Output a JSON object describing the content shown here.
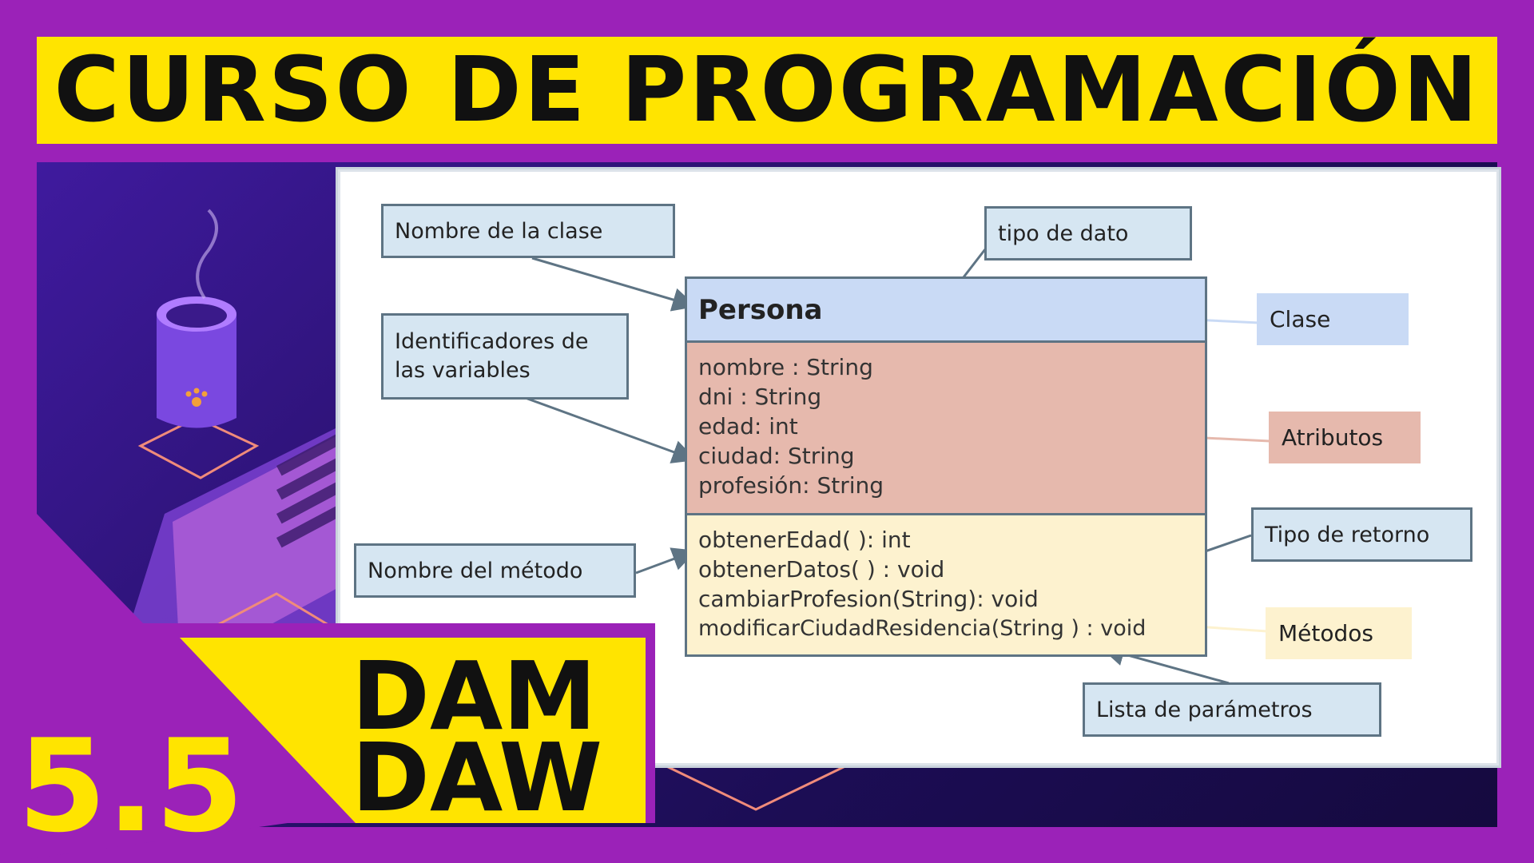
{
  "banner": {
    "title": "CURSO DE PROGRAMACIÓN"
  },
  "badge": {
    "line1": "DAM",
    "line2": "DAW",
    "number": "5.5"
  },
  "diagram": {
    "class_name": "Persona",
    "attributes": [
      "nombre : String",
      "dni : String",
      "edad: int",
      "ciudad: String",
      "profesión: String"
    ],
    "methods": [
      "obtenerEdad( ): int",
      "obtenerDatos( ) : void",
      "cambiarProfesion(String): void",
      "modificarCiudadResidencia(String ) : void"
    ],
    "labels": {
      "nombre_clase": "Nombre de la clase",
      "identificadores": "Identificadores de las variables",
      "nombre_metodo": "Nombre del método",
      "tipo_dato": "tipo de dato",
      "tipo_retorno": "Tipo de retorno",
      "lista_parametros": "Lista de parámetros"
    },
    "legend": {
      "clase": "Clase",
      "atributos": "Atributos",
      "metodos": "Métodos"
    }
  },
  "colors": {
    "background": "#9b22b8",
    "banner": "#ffe400",
    "class_header": "#c9daf5",
    "attributes": "#e6b9ad",
    "methods": "#fdf2cf",
    "label_box": "#d6e6f2"
  }
}
